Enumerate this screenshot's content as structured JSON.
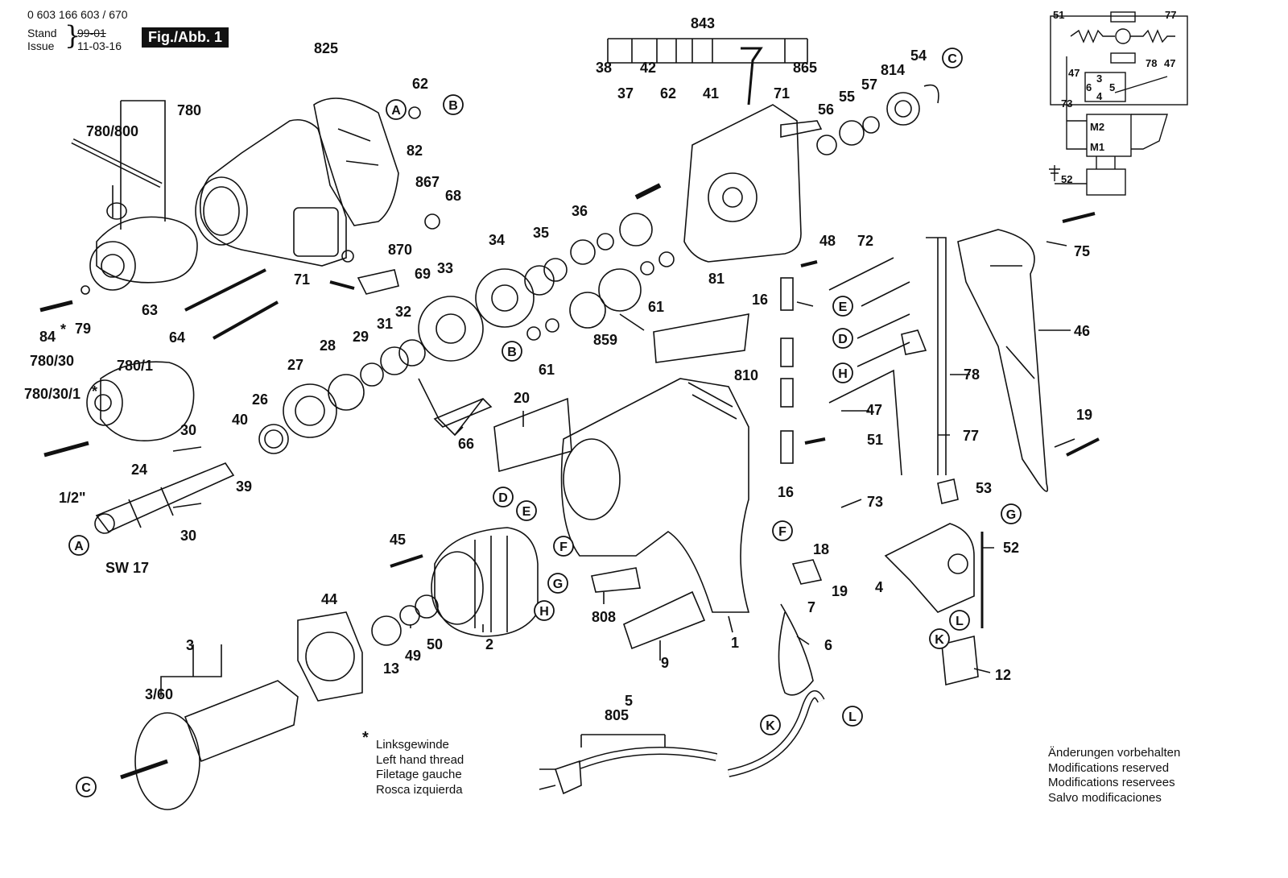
{
  "header": {
    "part_code": "0 603 166 603 / 670",
    "stand_label": "Stand",
    "issue_label": "Issue",
    "stand_date": "99-01",
    "issue_date": "11-03-16",
    "figure_label": "Fig./Abb. 1"
  },
  "labels": {
    "l825": "825",
    "l780": "780",
    "l780_800": "780/800",
    "l62a": "62",
    "l82": "82",
    "l867": "867",
    "l68": "68",
    "l870": "870",
    "l69": "69",
    "l71a": "71",
    "l63": "63",
    "l64": "64",
    "l84": "84",
    "l84star": "*",
    "l79": "79",
    "l780_30": "780/30",
    "l780_1": "780/1",
    "l780_30_1": "780/30/1",
    "l780_30_1star": "*",
    "l843": "843",
    "l38": "38",
    "l42": "42",
    "l37": "37",
    "l62b": "62",
    "l41": "41",
    "l71b": "71",
    "l865": "865",
    "l54": "54",
    "l814": "814",
    "l57": "57",
    "l55": "55",
    "l56": "56",
    "l36": "36",
    "l35": "35",
    "l34": "34",
    "l33": "33",
    "l32": "32",
    "l31": "31",
    "l29": "29",
    "l28": "28",
    "l27": "27",
    "l26": "26",
    "l40": "40",
    "l39": "39",
    "l30a": "30",
    "l30b": "30",
    "l24": "24",
    "l1_2": "1/2\"",
    "lsw17": "SW 17",
    "l61a": "61",
    "l61b": "61",
    "l859": "859",
    "l81": "81",
    "l66": "66",
    "l20": "20",
    "l48": "48",
    "l72": "72",
    "l16a": "16",
    "l16b": "16",
    "l810": "810",
    "l78": "78",
    "l47": "47",
    "l51": "51",
    "l77": "77",
    "l75": "75",
    "l46": "46",
    "l19a": "19",
    "l53": "53",
    "l73": "73",
    "l18": "18",
    "l19b": "19",
    "l4": "4",
    "l52": "52",
    "l7": "7",
    "l6": "6",
    "l12": "12",
    "l45": "45",
    "l44": "44",
    "l2": "2",
    "l50": "50",
    "l49": "49",
    "l13": "13",
    "l808": "808",
    "l9": "9",
    "l1": "1",
    "l3": "3",
    "l3_60": "3/60",
    "l5": "5",
    "l805": "805"
  },
  "callouts": {
    "A1": "A",
    "B1": "B",
    "A2": "A",
    "C1": "C",
    "B2": "B",
    "E1": "E",
    "D1": "D",
    "H1": "H",
    "D2": "D",
    "E2": "E",
    "F1": "F",
    "G1": "G",
    "H2": "H",
    "F2": "F",
    "G2": "G",
    "L1": "L",
    "K1": "K",
    "K2": "K",
    "L2": "L",
    "C2": "C"
  },
  "schematic": {
    "s51": "51",
    "s77": "77",
    "s47a": "47",
    "s78": "78",
    "s47b": "47",
    "s3": "3",
    "s6": "6",
    "s5": "5",
    "s4": "4",
    "s73": "73",
    "sM2": "M2",
    "sM1": "M1",
    "s52": "52"
  },
  "footnote": {
    "star": "*",
    "lines": [
      "Linksgewinde",
      "Left hand thread",
      "Filetage gauche",
      "Rosca izquierda"
    ]
  },
  "notice": {
    "lines": [
      "Änderungen vorbehalten",
      "Modifications reserved",
      "Modifications reservees",
      "Salvo modificaciones"
    ]
  }
}
